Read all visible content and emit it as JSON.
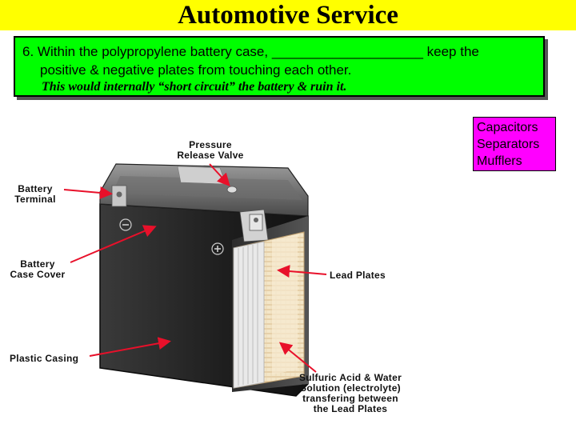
{
  "header": {
    "title": "Automotive Service"
  },
  "question": {
    "line1": "6.  Within the polypropylene battery case, ____________________ keep the",
    "line2": "positive & negative plates from touching each other.",
    "line3": "This would internally “short circuit” the battery & ruin it."
  },
  "answers": [
    "Capacitors",
    "Separators",
    "Mufflers"
  ],
  "diagram": {
    "labels": {
      "pressure_valve_1": "Pressure",
      "pressure_valve_2": "Release Valve",
      "battery_terminal_1": "Battery",
      "battery_terminal_2": "Terminal",
      "case_cover_1": "Battery",
      "case_cover_2": "Case Cover",
      "lead_plates": "Lead Plates",
      "plastic_casing": "Plastic Casing",
      "acid_1": "Sulfuric Acid & Water",
      "acid_2": "Solution (electrolyte)",
      "acid_3": "transfering between",
      "acid_4": "the Lead Plates"
    }
  },
  "colors": {
    "title_bg": "#ffff00",
    "question_bg": "#00ff00",
    "answer_bg": "#ff00ff",
    "arrow": "#e8102a"
  }
}
